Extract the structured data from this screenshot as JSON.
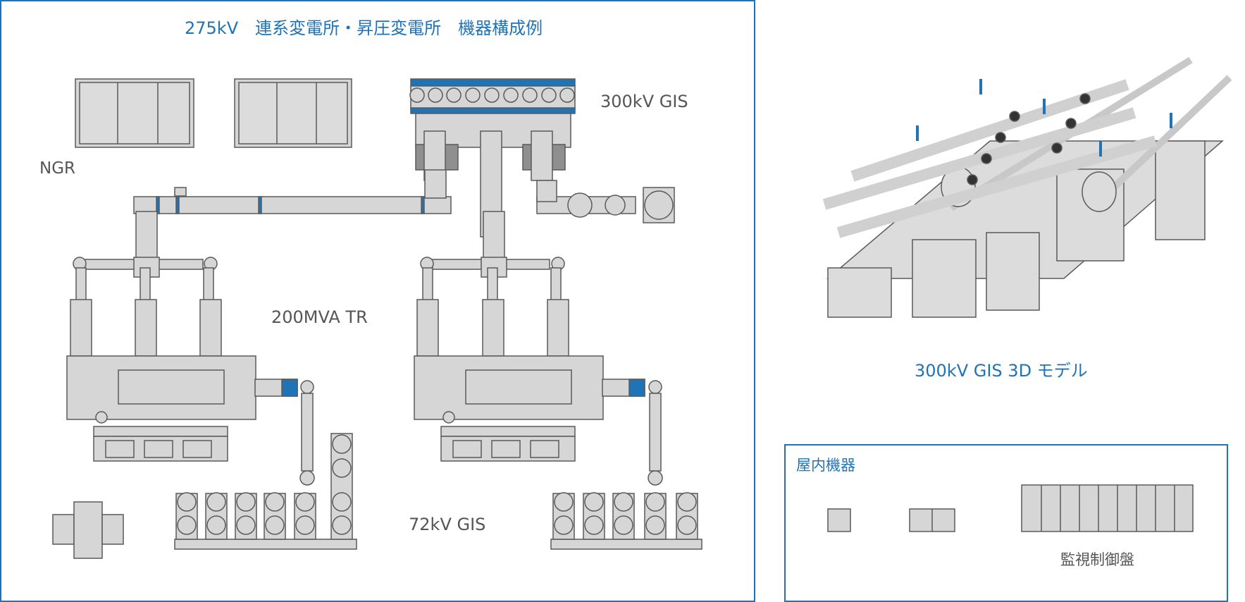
{
  "main_panel": {
    "title": "275kV　連系変電所・昇圧変電所　機器構成例"
  },
  "labels": {
    "ngr": "NGR",
    "gis300": "300kV GIS",
    "tr": "200MVA TR",
    "gis72": "72kV GIS"
  },
  "model": {
    "caption": "300kV GIS 3D モデル"
  },
  "indoor": {
    "title": "屋内機器",
    "panel_label": "監視制御盤"
  },
  "colors": {
    "accent": "#1f73b7",
    "equipment_fill": "#d6d6d6",
    "equipment_stroke": "#5a5a5a",
    "text_gray": "#555555"
  }
}
